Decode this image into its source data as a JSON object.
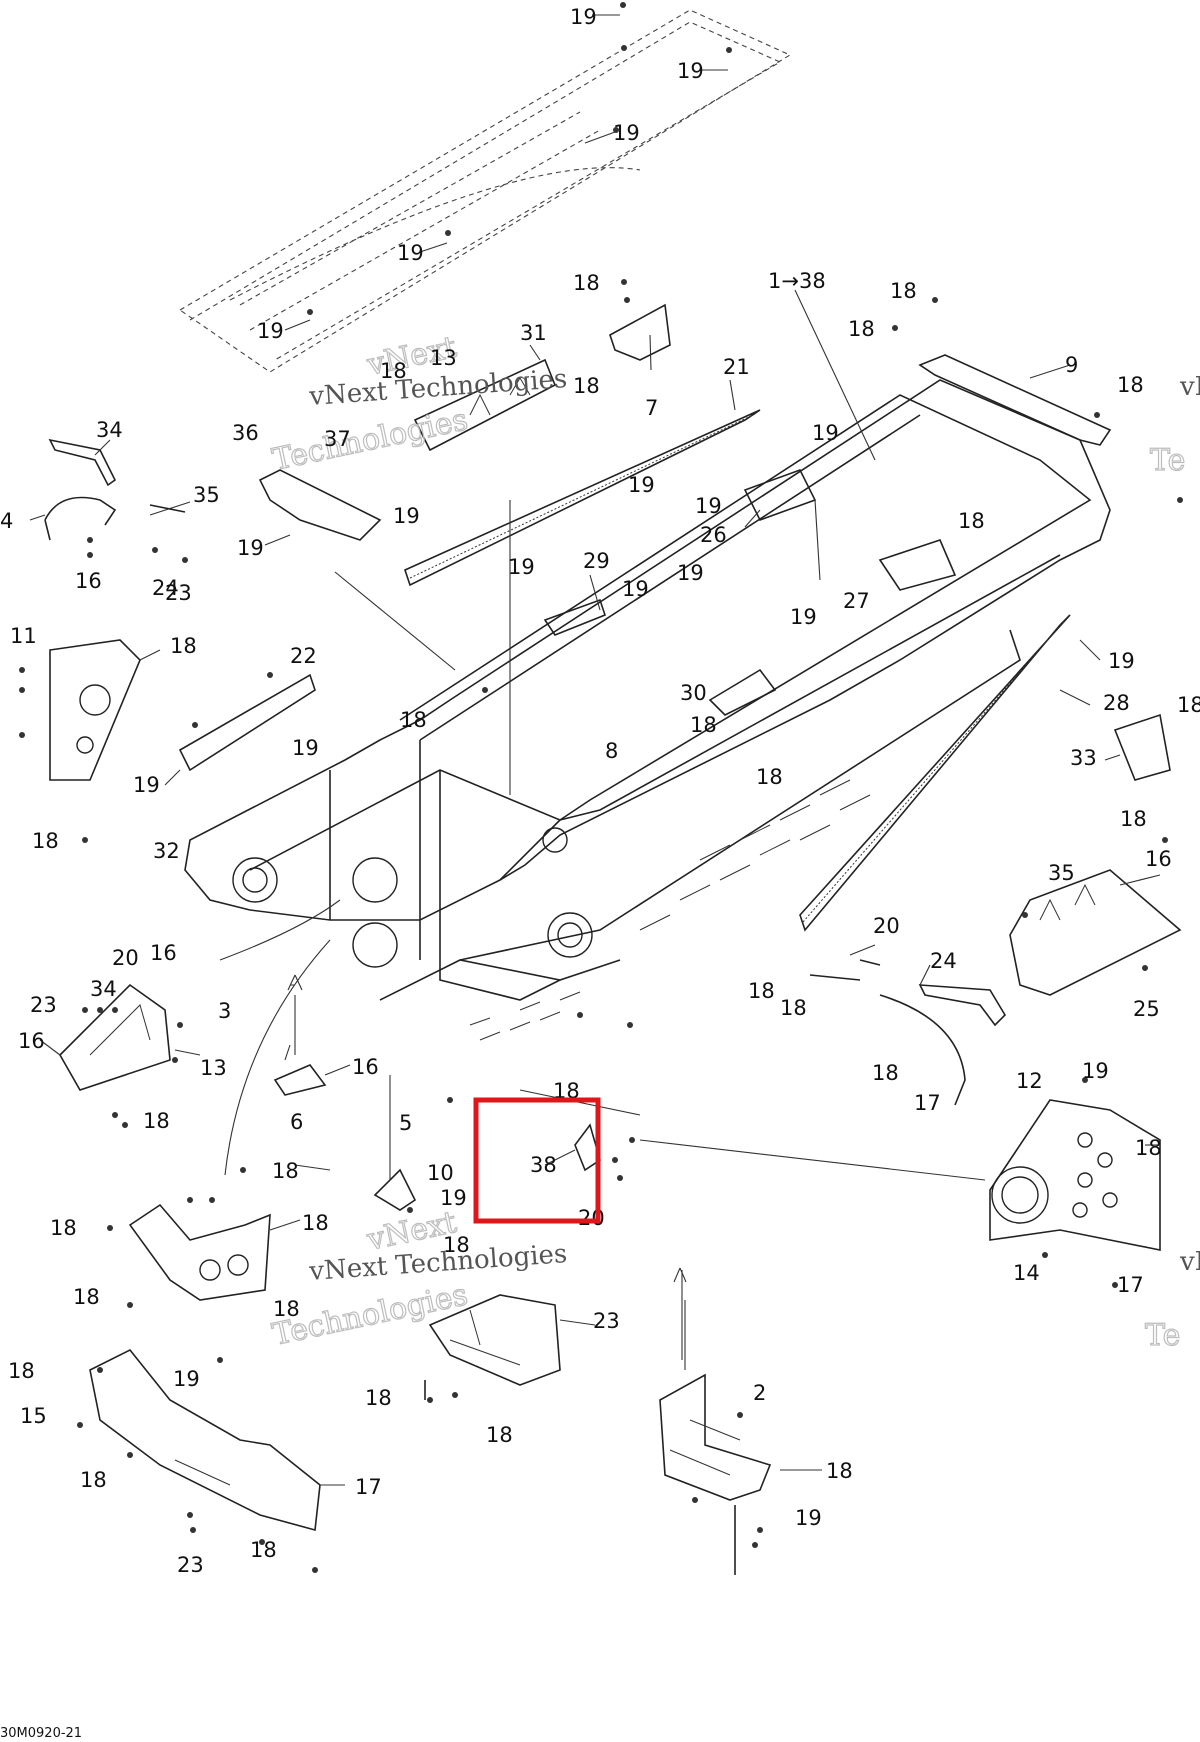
{
  "diagram": {
    "figure_code": "30M0920-21",
    "watermark_line1": "vNext Technologies",
    "watermark_line2": "vNext",
    "watermark_line3": "Technologies",
    "watermark_edge1": "vN",
    "watermark_edge2": "Te",
    "highlight_color": "#e0161b",
    "callouts": [
      {
        "id": "c19a",
        "text": "19"
      },
      {
        "id": "c19b",
        "text": "19"
      },
      {
        "id": "c19c",
        "text": "19"
      },
      {
        "id": "c19d",
        "text": "19"
      },
      {
        "id": "c19e",
        "text": "19"
      },
      {
        "id": "c18a",
        "text": "18"
      },
      {
        "id": "c1to38",
        "text": "1→38"
      },
      {
        "id": "c18b",
        "text": "18"
      },
      {
        "id": "c18c",
        "text": "18"
      },
      {
        "id": "c31",
        "text": "31"
      },
      {
        "id": "c18d",
        "text": "18"
      },
      {
        "id": "c13a",
        "text": "13"
      },
      {
        "id": "c18e",
        "text": "18"
      },
      {
        "id": "c7",
        "text": "7"
      },
      {
        "id": "c9",
        "text": "9"
      },
      {
        "id": "c18f",
        "text": "18"
      },
      {
        "id": "c21",
        "text": "21"
      },
      {
        "id": "c34a",
        "text": "34"
      },
      {
        "id": "c36",
        "text": "36"
      },
      {
        "id": "c37",
        "text": "37"
      },
      {
        "id": "c19f",
        "text": "19"
      },
      {
        "id": "c19g",
        "text": "19"
      },
      {
        "id": "c4",
        "text": "4"
      },
      {
        "id": "c35a",
        "text": "35"
      },
      {
        "id": "c19h",
        "text": "19"
      },
      {
        "id": "c19i",
        "text": "19"
      },
      {
        "id": "c26",
        "text": "26"
      },
      {
        "id": "c19j",
        "text": "19"
      },
      {
        "id": "c16a",
        "text": "16"
      },
      {
        "id": "c24a",
        "text": "24"
      },
      {
        "id": "c23a",
        "text": "23"
      },
      {
        "id": "c19k",
        "text": "19"
      },
      {
        "id": "c19l",
        "text": "19"
      },
      {
        "id": "c29",
        "text": "29"
      },
      {
        "id": "c19m",
        "text": "19"
      },
      {
        "id": "c27",
        "text": "27"
      },
      {
        "id": "c19n",
        "text": "19"
      },
      {
        "id": "c18g",
        "text": "18"
      },
      {
        "id": "c11",
        "text": "11"
      },
      {
        "id": "c18h",
        "text": "18"
      },
      {
        "id": "c22",
        "text": "22"
      },
      {
        "id": "c19o",
        "text": "19"
      },
      {
        "id": "c28",
        "text": "28"
      },
      {
        "id": "c30",
        "text": "30"
      },
      {
        "id": "c18i",
        "text": "18"
      },
      {
        "id": "c18j",
        "text": "18"
      },
      {
        "id": "c19p",
        "text": "19"
      },
      {
        "id": "c8",
        "text": "8"
      },
      {
        "id": "c33",
        "text": "33"
      },
      {
        "id": "c19q",
        "text": "19"
      },
      {
        "id": "c18k",
        "text": "18"
      },
      {
        "id": "c18l",
        "text": "18"
      },
      {
        "id": "c18m",
        "text": "18"
      },
      {
        "id": "c18n",
        "text": "18"
      },
      {
        "id": "c32",
        "text": "32"
      },
      {
        "id": "c35b",
        "text": "35"
      },
      {
        "id": "c16b",
        "text": "16"
      },
      {
        "id": "c20a",
        "text": "20"
      },
      {
        "id": "c20b",
        "text": "20"
      },
      {
        "id": "c16c",
        "text": "16"
      },
      {
        "id": "c34b",
        "text": "34"
      },
      {
        "id": "c23b",
        "text": "23"
      },
      {
        "id": "c24b",
        "text": "24"
      },
      {
        "id": "c18o",
        "text": "18"
      },
      {
        "id": "c18p",
        "text": "18"
      },
      {
        "id": "c3",
        "text": "3"
      },
      {
        "id": "c25",
        "text": "25"
      },
      {
        "id": "c16d",
        "text": "16"
      },
      {
        "id": "c13b",
        "text": "13"
      },
      {
        "id": "c18q",
        "text": "18"
      },
      {
        "id": "c16e",
        "text": "16"
      },
      {
        "id": "c5",
        "text": "5"
      },
      {
        "id": "c18r",
        "text": "18"
      },
      {
        "id": "c17a",
        "text": "17"
      },
      {
        "id": "c19r",
        "text": "19"
      },
      {
        "id": "c18s",
        "text": "18"
      },
      {
        "id": "c6",
        "text": "6"
      },
      {
        "id": "c12",
        "text": "12"
      },
      {
        "id": "c20c",
        "text": "20"
      },
      {
        "id": "c38",
        "text": "38"
      },
      {
        "id": "c18t",
        "text": "18"
      },
      {
        "id": "c18u",
        "text": "18"
      },
      {
        "id": "c10",
        "text": "10"
      },
      {
        "id": "c19s",
        "text": "19"
      },
      {
        "id": "c18v",
        "text": "18"
      },
      {
        "id": "c18w",
        "text": "18"
      },
      {
        "id": "c18x",
        "text": "18"
      },
      {
        "id": "c18y",
        "text": "18"
      },
      {
        "id": "c14",
        "text": "14"
      },
      {
        "id": "c18z",
        "text": "18"
      },
      {
        "id": "c17b",
        "text": "17"
      },
      {
        "id": "c23c",
        "text": "23"
      },
      {
        "id": "c19t",
        "text": "19"
      },
      {
        "id": "c18aa",
        "text": "18"
      },
      {
        "id": "c18ab",
        "text": "18"
      },
      {
        "id": "c2",
        "text": "2"
      },
      {
        "id": "c15",
        "text": "15"
      },
      {
        "id": "c18ac",
        "text": "18"
      },
      {
        "id": "c18ad",
        "text": "18"
      },
      {
        "id": "c17c",
        "text": "17"
      },
      {
        "id": "c18ae",
        "text": "18"
      },
      {
        "id": "c19u",
        "text": "19"
      },
      {
        "id": "c18af",
        "text": "18"
      },
      {
        "id": "c23d",
        "text": "23"
      }
    ]
  }
}
